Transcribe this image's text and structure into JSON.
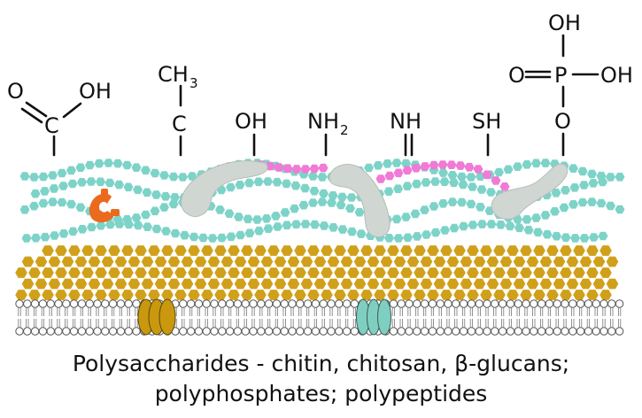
{
  "functional_groups": {
    "carboxyl": {
      "left_atom": "O",
      "right_atom": "OH",
      "center_atom": "C"
    },
    "methyl": {
      "group": "CH",
      "subscript": "3",
      "center_atom": "C"
    },
    "hydroxyl": {
      "label": "OH"
    },
    "amino": {
      "group": "NH",
      "subscript": "2"
    },
    "imino": {
      "label": "NH"
    },
    "thiol": {
      "label": "SH"
    },
    "phosphate": {
      "top": "OH",
      "left": "O",
      "center": "P",
      "right": "OH",
      "bottom": "O"
    }
  },
  "caption": {
    "line1": "Polysaccharides - chitin, chitosan, β-glucans;",
    "line2": "polyphosphates; polypeptides"
  },
  "colors": {
    "polysaccharide": "#7dd3c8",
    "polyphosphate": "#f07ad6",
    "chitin_layer": "#d1a01a",
    "protein": "#d0d6d2",
    "enzyme": "#ea6a1e",
    "membrane_protein_gold": "#c9980e",
    "membrane_protein_teal": "#7fcfc0",
    "membrane": "#ffffff"
  }
}
